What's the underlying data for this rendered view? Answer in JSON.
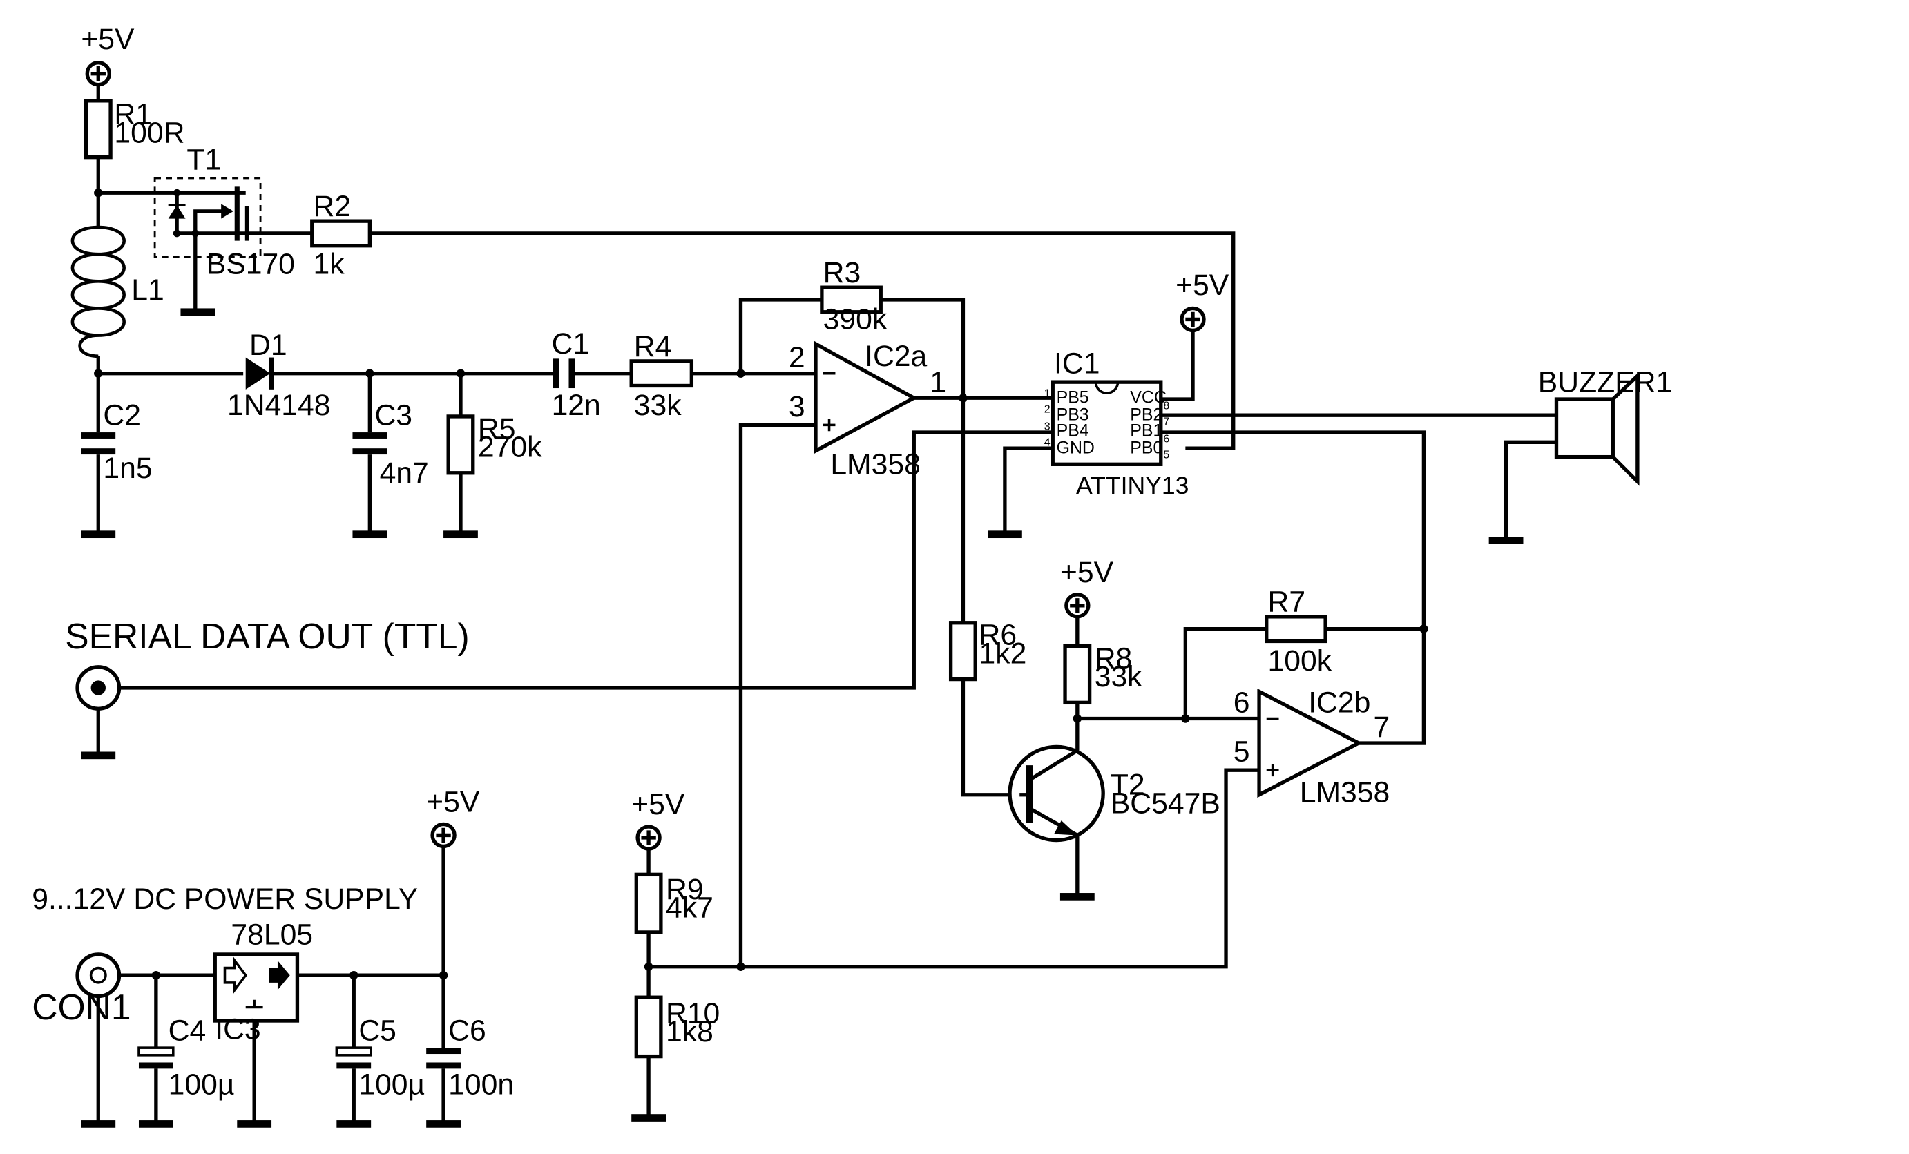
{
  "colors": {
    "ink": "#000000",
    "paper": "#ffffff"
  },
  "supply": {
    "vcc": "+5V"
  },
  "components": {
    "R1": {
      "ref": "R1",
      "value": "100R"
    },
    "R2": {
      "ref": "R2",
      "value": "1k"
    },
    "R3": {
      "ref": "R3",
      "value": "390k"
    },
    "R4": {
      "ref": "R4",
      "value": "33k"
    },
    "R5": {
      "ref": "R5",
      "value": "270k"
    },
    "R6": {
      "ref": "R6",
      "value": "1k2"
    },
    "R7": {
      "ref": "R7",
      "value": "100k"
    },
    "R8": {
      "ref": "R8",
      "value": "33k"
    },
    "R9": {
      "ref": "R9",
      "value": "4k7"
    },
    "R10": {
      "ref": "R10",
      "value": "1k8"
    },
    "C1": {
      "ref": "C1",
      "value": "12n"
    },
    "C2": {
      "ref": "C2",
      "value": "1n5"
    },
    "C3": {
      "ref": "C3",
      "value": "4n7"
    },
    "C4": {
      "ref": "C4",
      "value": "100µ"
    },
    "C5": {
      "ref": "C5",
      "value": "100µ"
    },
    "C6": {
      "ref": "C6",
      "value": "100n"
    },
    "L1": {
      "ref": "L1"
    },
    "D1": {
      "ref": "D1",
      "value": "1N4148"
    },
    "T1": {
      "ref": "T1",
      "value": "BS170"
    },
    "T2": {
      "ref": "T2",
      "value": "BC547B"
    },
    "IC1": {
      "ref": "IC1",
      "value": "ATTINY13",
      "pins_left": [
        {
          "num": "1",
          "name": "PB5"
        },
        {
          "num": "2",
          "name": "PB3"
        },
        {
          "num": "3",
          "name": "PB4"
        },
        {
          "num": "4",
          "name": "GND"
        }
      ],
      "pins_right": [
        {
          "num": "8",
          "name": "VCC"
        },
        {
          "num": "7",
          "name": "PB2"
        },
        {
          "num": "6",
          "name": "PB1"
        },
        {
          "num": "5",
          "name": "PB0"
        }
      ]
    },
    "IC2a": {
      "ref": "IC2a",
      "value": "LM358",
      "pin_inv": "2",
      "pin_noninv": "3",
      "pin_out": "1"
    },
    "IC2b": {
      "ref": "IC2b",
      "value": "LM358",
      "pin_inv": "6",
      "pin_noninv": "5",
      "pin_out": "7"
    },
    "IC3": {
      "ref": "IC3",
      "value": "78L05"
    },
    "BUZZER1": {
      "ref": "BUZZER1"
    },
    "CON1": {
      "ref": "CON1"
    }
  },
  "labels": {
    "serial_out": "SERIAL DATA OUT (TTL)",
    "power_supply": "9...12V DC POWER SUPPLY"
  }
}
